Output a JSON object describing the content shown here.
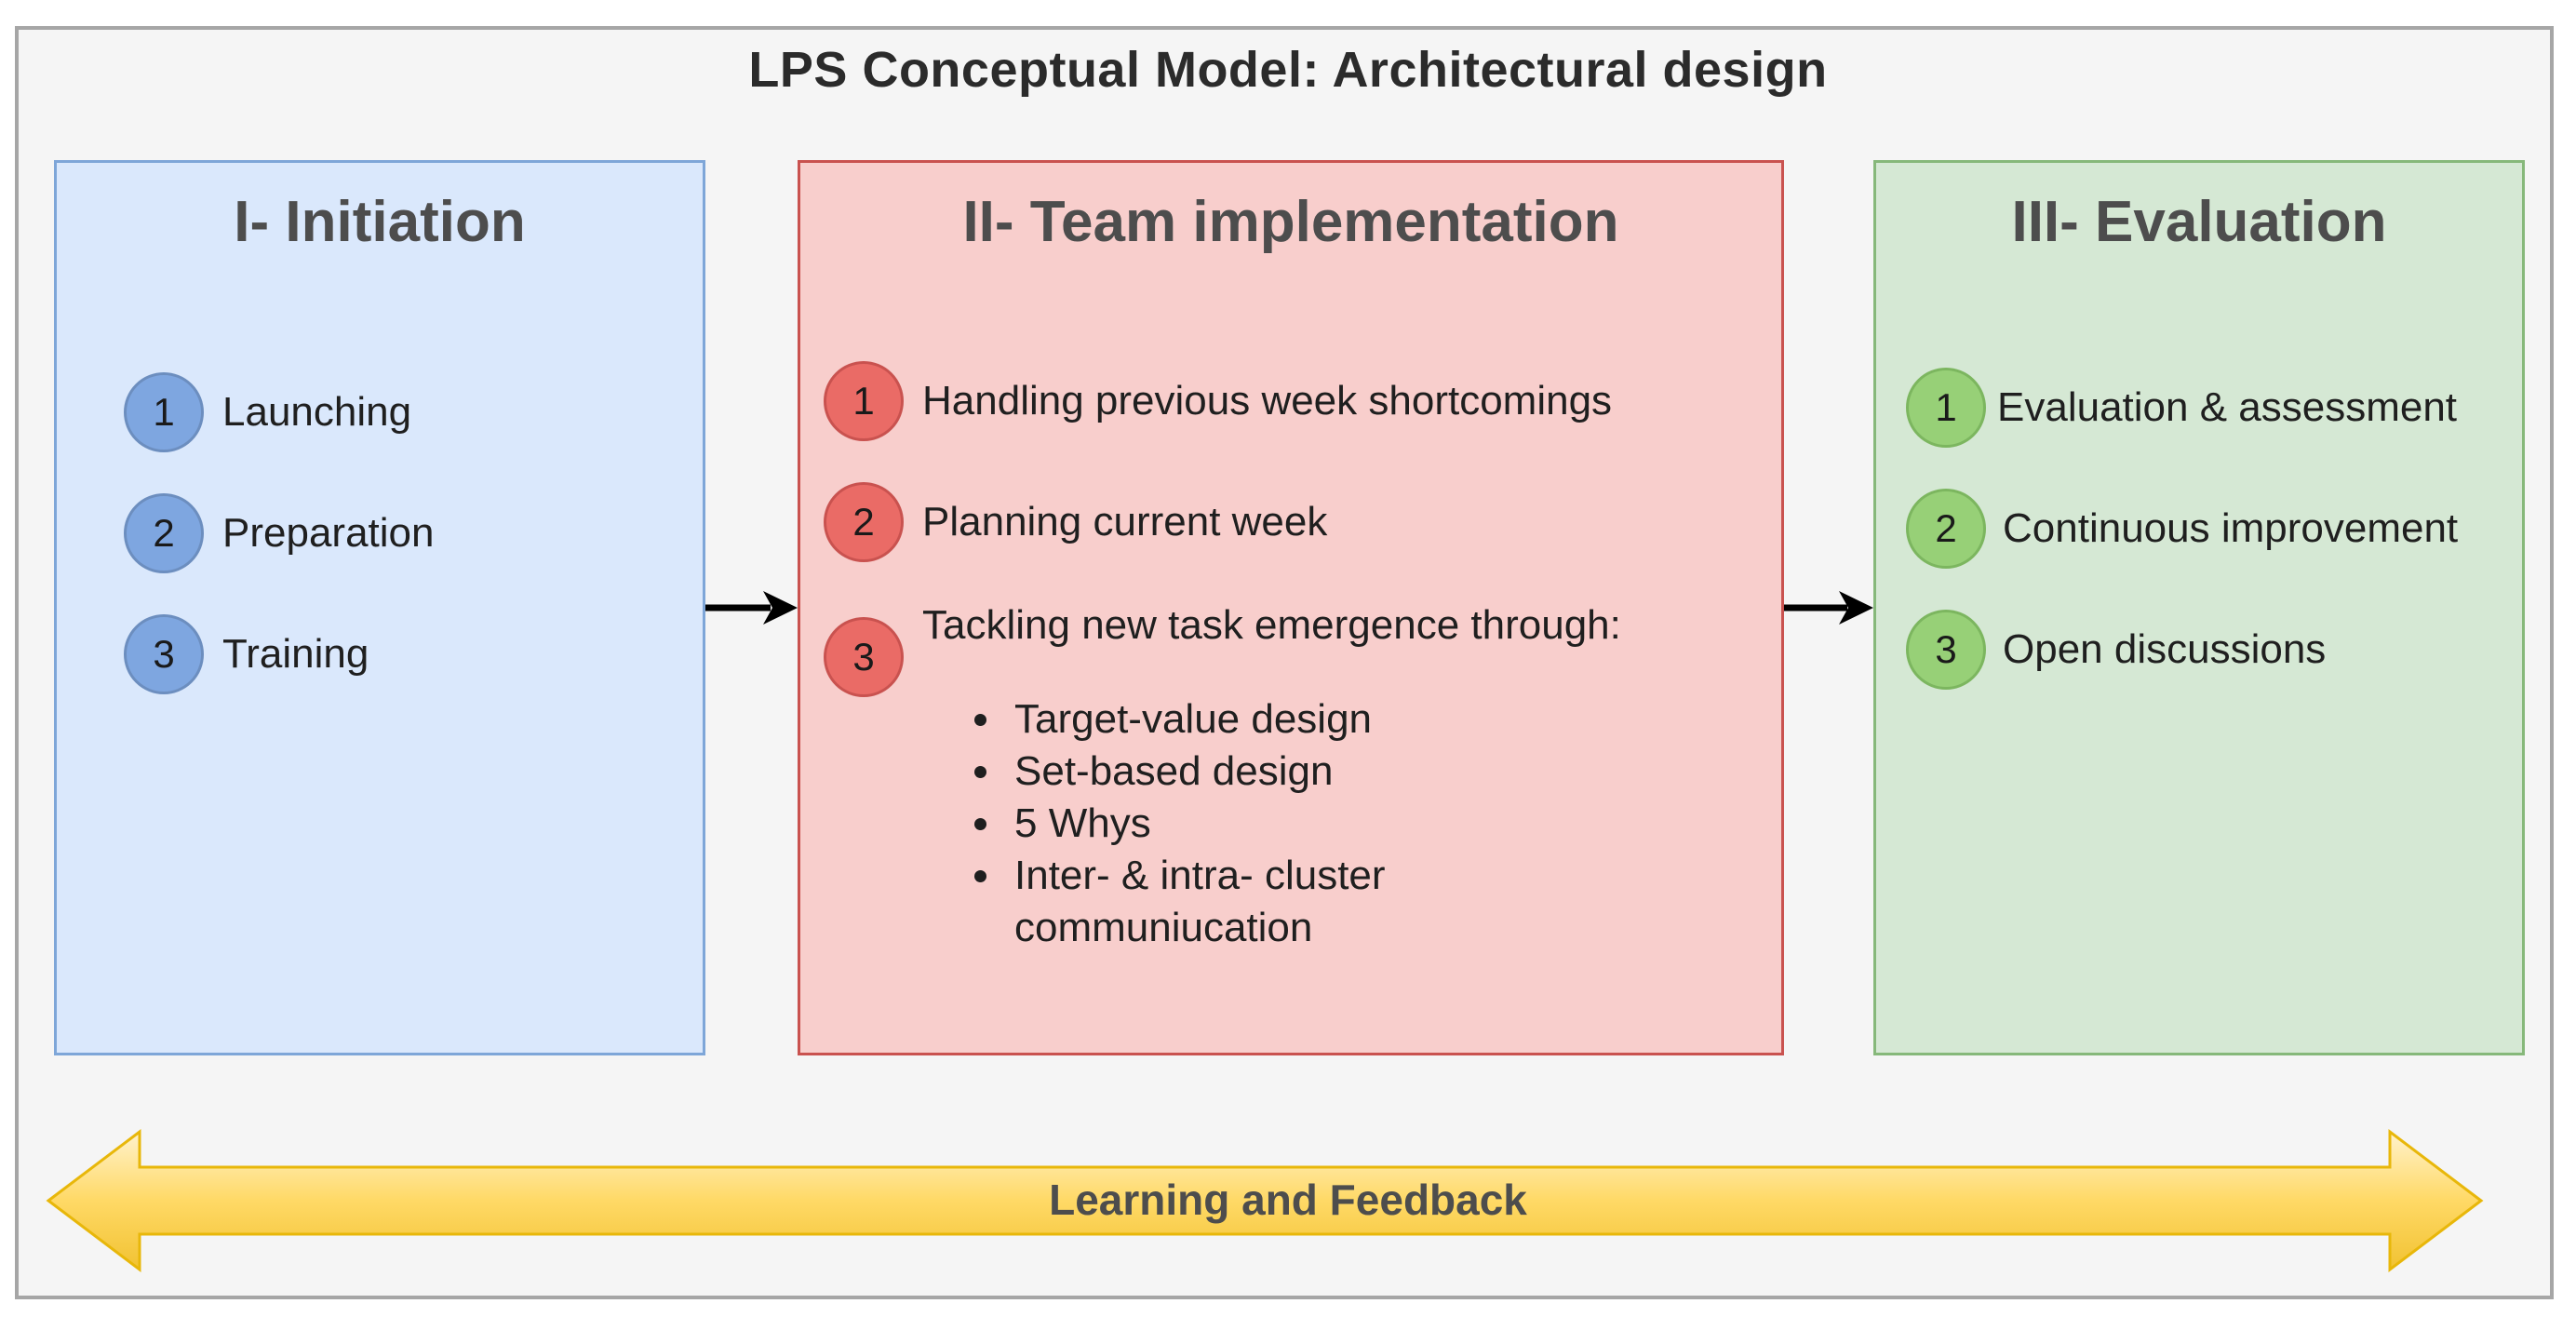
{
  "title": "LPS Conceptual Model: Architectural design",
  "phases": [
    {
      "title": "I- Initiation",
      "color": "#dae8fc",
      "steps": [
        {
          "num": "1",
          "label": "Launching"
        },
        {
          "num": "2",
          "label": "Preparation"
        },
        {
          "num": "3",
          "label": "Training"
        }
      ]
    },
    {
      "title": "II- Team implementation",
      "color": "#f8cecc",
      "steps": [
        {
          "num": "1",
          "label": "Handling previous week shortcomings"
        },
        {
          "num": "2",
          "label": "Planning current week"
        },
        {
          "num": "3",
          "label": "Tackling new task emergence through:"
        }
      ],
      "bullets": [
        "Target-value design",
        "Set-based design",
        "5 Whys",
        "Inter- & intra- cluster communiucation"
      ]
    },
    {
      "title": "III- Evaluation",
      "color": "#d5e8d4",
      "steps": [
        {
          "num": "1",
          "label": "Evaluation & assessment"
        },
        {
          "num": "2",
          "label": "Continuous improvement"
        },
        {
          "num": "3",
          "label": "Open discussions"
        }
      ]
    }
  ],
  "feedback": {
    "label": "Learning and Feedback",
    "color": "#ffd966"
  }
}
